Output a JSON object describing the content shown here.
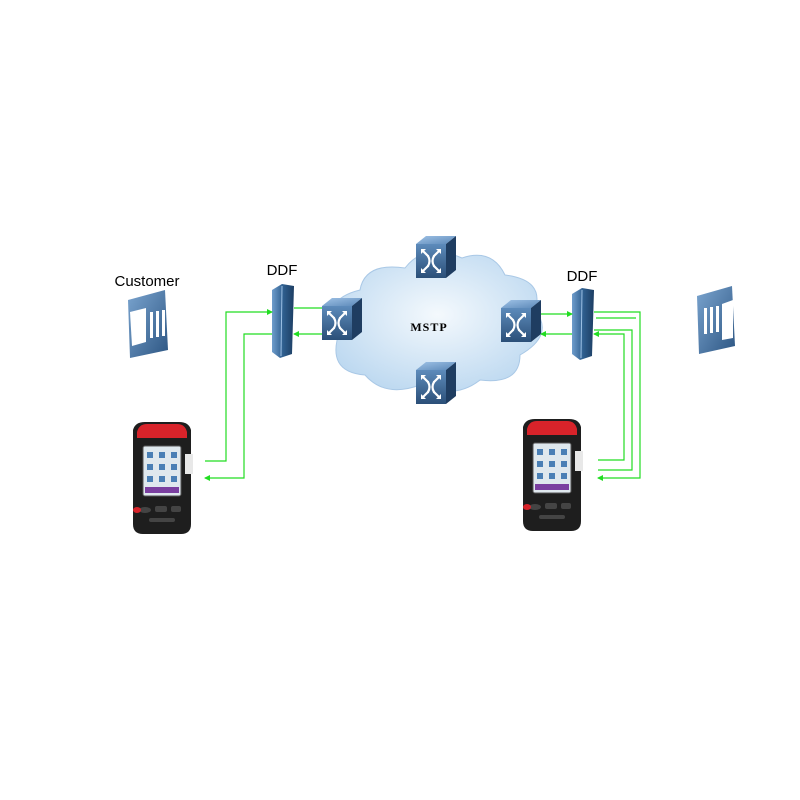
{
  "labels": {
    "customer": "Customer",
    "ddf_left": "DDF",
    "ddf_right": "DDF",
    "network": "MSTP"
  },
  "colors": {
    "link": "#22dd22",
    "device_blue": "#2f5f8f",
    "cloud": "#cfe4f6",
    "tester_body": "#1e1e1e",
    "tester_accent": "#d8232a"
  },
  "icons": {
    "switch": "switch-icon",
    "customer_equipment": "customer-equipment-icon",
    "ddf": "ddf-frame-icon",
    "tester": "handheld-tester-icon"
  }
}
